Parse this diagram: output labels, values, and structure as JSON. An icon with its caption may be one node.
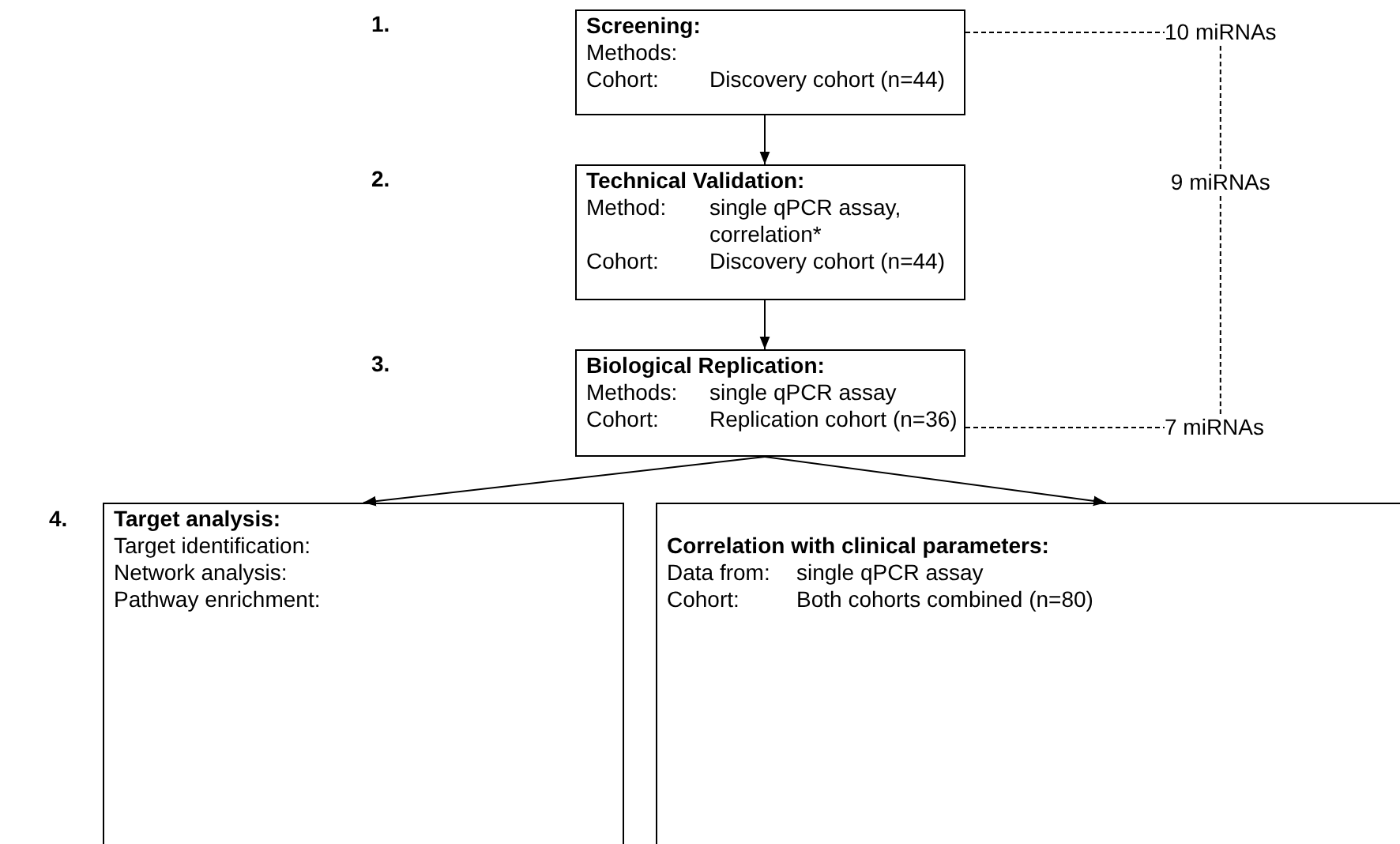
{
  "diagram": {
    "nodes": [
      {
        "text": [
          "Screening:",
          "Methods:",
          "Cohort:",
          "Discovery cohort (n=44)"
        ]
      },
      {
        "text": [
          "10 miRNAs"
        ]
      },
      {
        "text": [
          "Technical Validation:",
          "Method:",
          "single qPCR assay, correlation*",
          "Cohort:",
          "Discovery cohort (n=44)"
        ]
      },
      {
        "text": [
          "Biological Replication:",
          "Methods:",
          "single qPCR assay",
          "Cohort:",
          "Replication cohort (n=36)"
        ]
      },
      {
        "text": [
          "7 miRNAs"
        ]
      },
      {
        "text": [
          "Target analysis:",
          "Target identification:",
          "Network analysis:",
          "Pathway enrichment:"
        ],
        "beside": [
          "4."
        ]
      },
      {
        "text": [
          "Correlation with clinical parameters:",
          "Data from:",
          "single qPCR assay",
          "Cohort:",
          "Both cohorts combined (n=80)"
        ]
      }
    ],
    "edges": [
      {
        "from": 0,
        "to": 2,
        "arrow": "to"
      },
      {
        "from": 2,
        "to": 3,
        "arrow": "to"
      },
      {
        "from": 3,
        "to": 5,
        "arrow": "to"
      },
      {
        "from": 3,
        "to": 6,
        "arrow": "to"
      },
      {
        "from": 0,
        "to": 1,
        "arrow": "none",
        "style": "dashed"
      },
      {
        "from": 3,
        "to": 4,
        "arrow": "none",
        "style": "dashed"
      },
      {
        "from": 1,
        "to": 4,
        "arrow": "none",
        "style": "dashed",
        "label": "9 miRNAs"
      }
    ],
    "labels": [
      "1.",
      "2.",
      "3."
    ]
  }
}
